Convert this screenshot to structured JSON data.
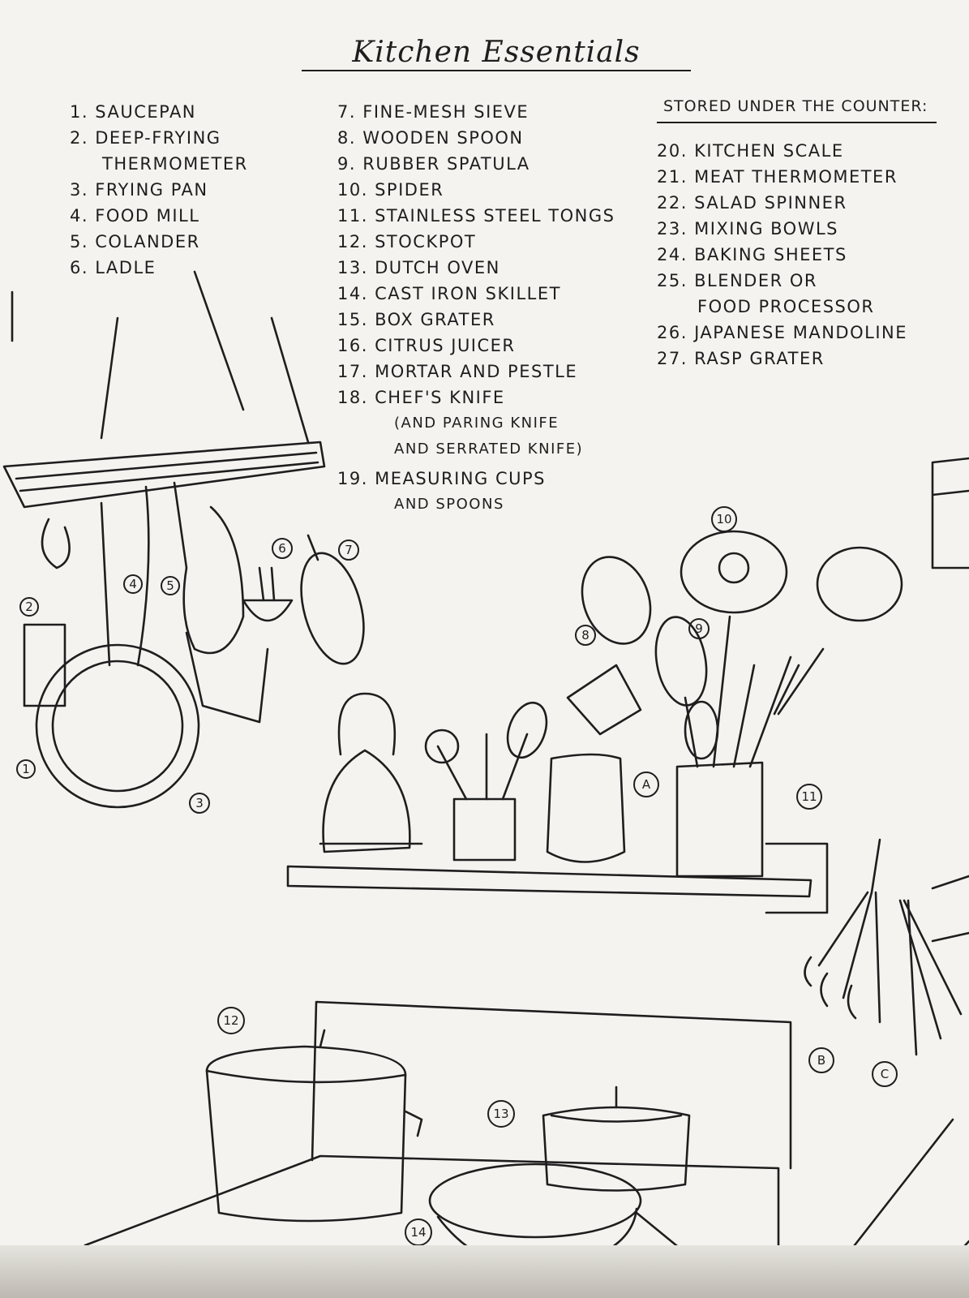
{
  "title": "Kitchen Essentials",
  "column1": [
    {
      "num": "1.",
      "text": "SAUCEPAN"
    },
    {
      "num": "2.",
      "text": "DEEP-FRYING",
      "sub": "THERMOMETER"
    },
    {
      "num": "3.",
      "text": "FRYING PAN"
    },
    {
      "num": "4.",
      "text": "FOOD MILL"
    },
    {
      "num": "5.",
      "text": "COLANDER"
    },
    {
      "num": "6.",
      "text": "LADLE"
    }
  ],
  "column2": [
    {
      "num": "7.",
      "text": "FINE-MESH SIEVE"
    },
    {
      "num": "8.",
      "text": "WOODEN SPOON"
    },
    {
      "num": "9.",
      "text": "RUBBER SPATULA"
    },
    {
      "num": "10.",
      "text": "SPIDER"
    },
    {
      "num": "11.",
      "text": "STAINLESS STEEL TONGS"
    },
    {
      "num": "12.",
      "text": "STOCKPOT"
    },
    {
      "num": "13.",
      "text": "DUTCH OVEN"
    },
    {
      "num": "14.",
      "text": "CAST IRON SKILLET"
    },
    {
      "num": "15.",
      "text": "BOX GRATER"
    },
    {
      "num": "16.",
      "text": "CITRUS JUICER"
    },
    {
      "num": "17.",
      "text": "MORTAR and PESTLE"
    },
    {
      "num": "18.",
      "text": "CHEF'S KNIFE",
      "note1": "(and PARING KNIFE",
      "note2": "and SERRATED KNIFE)"
    },
    {
      "num": "19.",
      "text": "MEASURING CUPS",
      "note1": "and SPOONS"
    }
  ],
  "stored_heading": "STORED UNDER THE COUNTER:",
  "column3": [
    {
      "num": "20.",
      "text": "KITCHEN SCALE"
    },
    {
      "num": "21.",
      "text": "MEAT THERMOMETER"
    },
    {
      "num": "22.",
      "text": "SALAD SPINNER"
    },
    {
      "num": "23.",
      "text": "MIXING BOWLS"
    },
    {
      "num": "24.",
      "text": "BAKING SHEETS"
    },
    {
      "num": "25.",
      "text": "BLENDER or",
      "sub": "FOOD PROCESSOR"
    },
    {
      "num": "26.",
      "text": "JAPANESE MANDOLINE"
    },
    {
      "num": "27.",
      "text": "RASP GRATER"
    }
  ],
  "markers": [
    "1",
    "2",
    "3",
    "4",
    "5",
    "6",
    "7",
    "8",
    "9",
    "10",
    "11",
    "12",
    "13",
    "14",
    "A",
    "B",
    "C"
  ],
  "colors": {
    "ink": "#1e1e1e",
    "paper": "#f4f3f0"
  }
}
